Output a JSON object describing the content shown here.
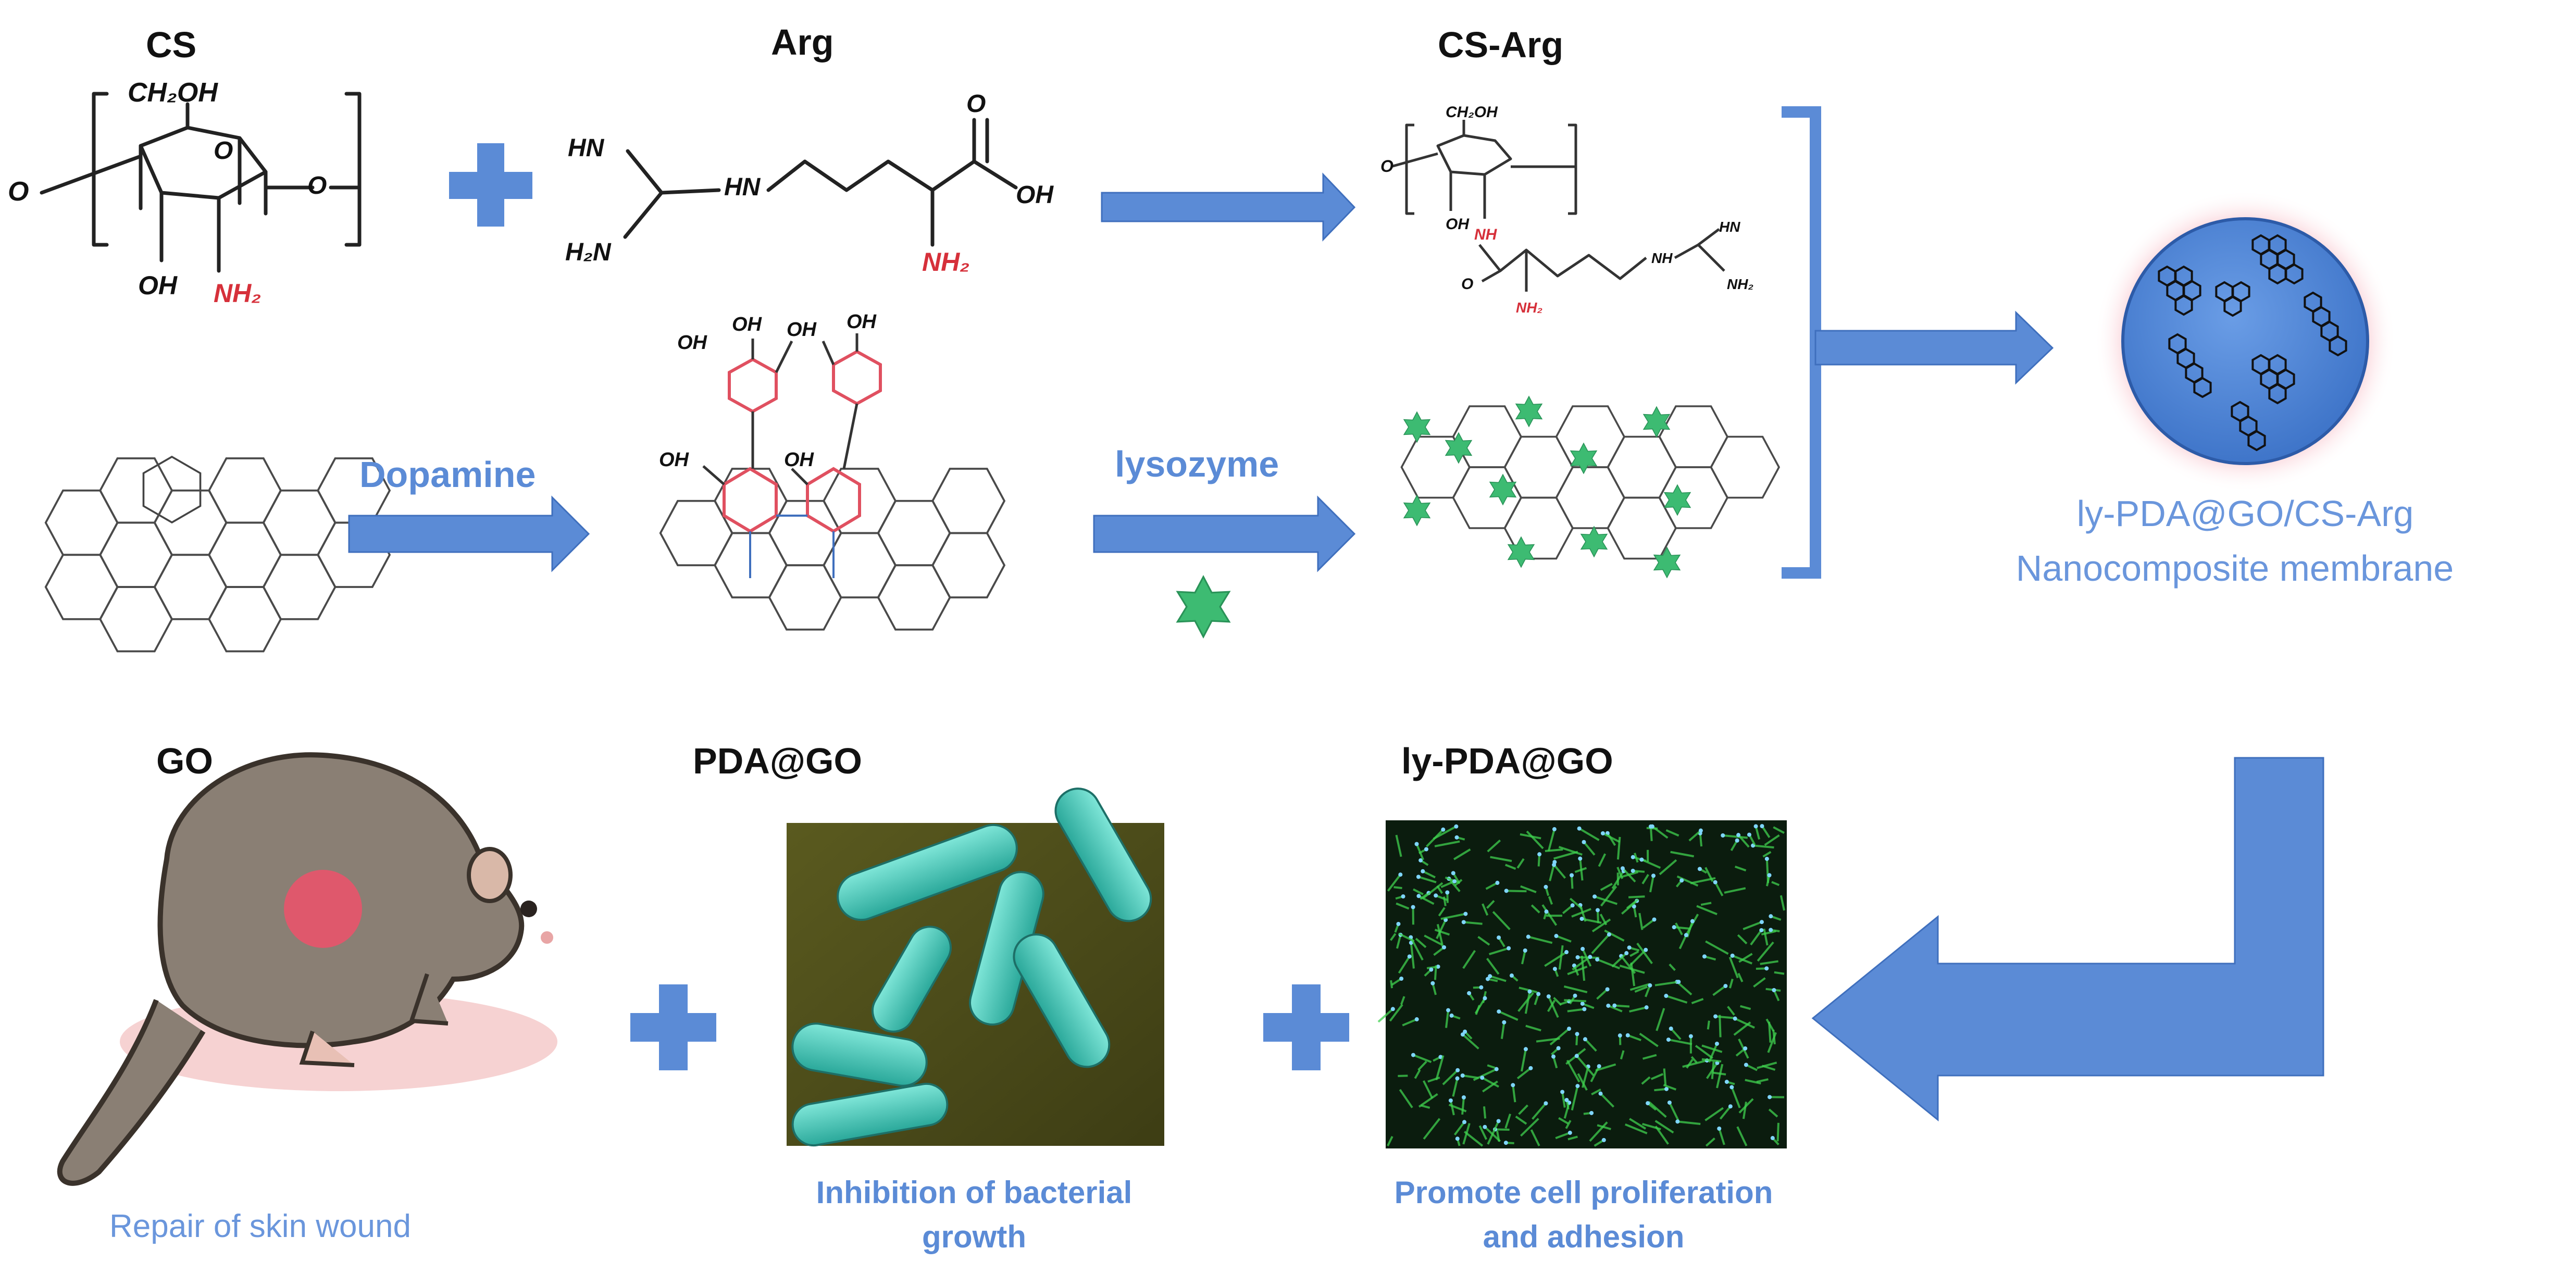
{
  "labels": {
    "cs": "CS",
    "arg": "Arg",
    "cs_arg": "CS-Arg",
    "go": "GO",
    "pda_go": "PDA@GO",
    "ly_pda_go": "ly-PDA@GO",
    "dopamine": "Dopamine",
    "lysozyme": "lysozyme",
    "membrane_line1": "ly-PDA@GO/CS-Arg",
    "membrane_line2": "Nanocomposite membrane",
    "repair": "Repair of skin wound",
    "inhibition_line1": "Inhibition of bacterial",
    "inhibition_line2": "growth",
    "promote_line1": "Promote cell proliferation",
    "promote_line2": "and adhesion"
  },
  "chem": {
    "ch2oh": "CH₂OH",
    "o": "O",
    "oh": "OH",
    "nh2": "NH₂",
    "hn": "HN",
    "h2n": "H₂N",
    "nh": "NH",
    "ho_lower": "OH"
  },
  "colors": {
    "arrow_blue": "#5b8bd6",
    "label_blue": "#5b8bd6",
    "amine_red": "#d6303a",
    "lysozyme_green": "#3dbb72",
    "membrane_glow": "#f4a5b0"
  }
}
